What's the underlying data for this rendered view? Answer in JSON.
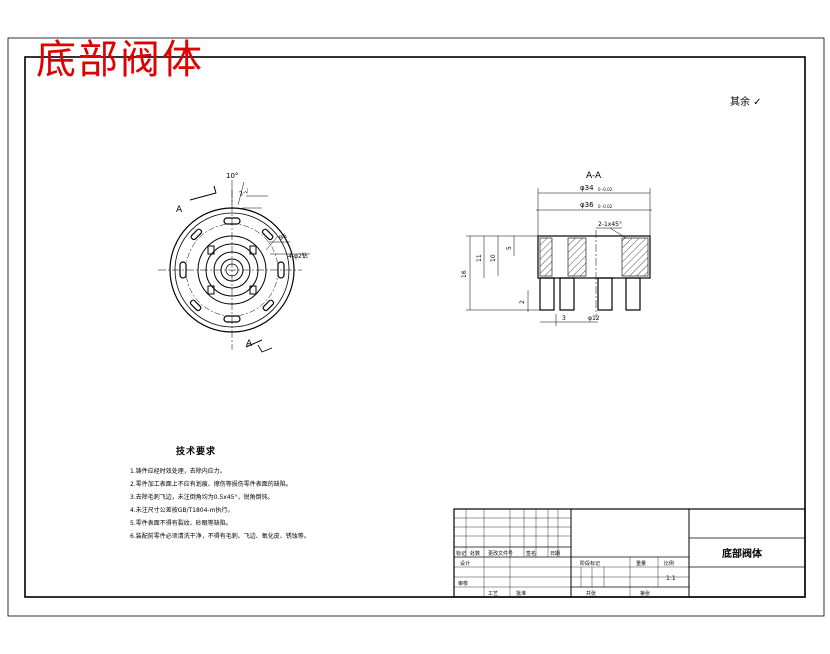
{
  "drawing_title": "底部阀体",
  "roughness_note": "其余 ✓",
  "views": {
    "section_label": "A-A",
    "cut_label_top": "A",
    "cut_label_bottom": "A",
    "front": {
      "angle": "10°",
      "hole_callout_1": "2-√",
      "dim_96": "96",
      "dim_holes": "4-φ2钻"
    },
    "section": {
      "dia_outer": "φ34",
      "dia_outer_tol": "0 -0.02",
      "dia_inner": "φ36",
      "dia_inner_tol": "0 -0.02",
      "chamfer": "2-1x45°",
      "h_total": "16",
      "h_11": "11",
      "h_10": "10",
      "h_5": "5",
      "h_2": "2",
      "w_3": "3",
      "dia_12": "φ12"
    }
  },
  "technical_requirements": {
    "title": "技术要求",
    "items": [
      "1.铸件应经时效处理，去除内应力。",
      "2.零件加工表面上不应有划痕、擦伤等损伤零件表面的缺陷。",
      "3.去除毛刺飞边，未注倒角均为0.5x45°，锐角倒钝。",
      "4.未注尺寸公差按GB/T1804-m执行。",
      "5.零件表面不得有裂纹、砂眼等缺陷。",
      "6.装配前零件必须清洗干净，不得有毛刺、飞边、氧化皮、锈蚀等。"
    ]
  },
  "title_block": {
    "part_name": "底部阀体",
    "row_labels": [
      "标记",
      "处数",
      "更改文件号",
      "签名",
      "日期"
    ],
    "designer": "设计",
    "check": "审核",
    "process": "工艺",
    "approve": "批准",
    "stage_mark": "阶段标记",
    "weight": "重量",
    "scale_label": "比例",
    "scale_value": "1:1",
    "sheets": "共张",
    "sheet_no": "第张"
  },
  "colors": {
    "title_red": "#e00000",
    "line": "#000000"
  }
}
